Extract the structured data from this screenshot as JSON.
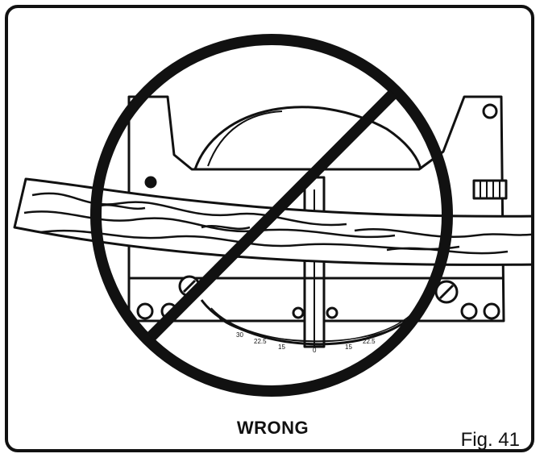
{
  "labels": {
    "warning": "WRONG",
    "figure": "Fig. 41"
  },
  "scale_marks": [
    "30",
    "22.5",
    "15",
    "0",
    "15",
    "22.5"
  ],
  "icons": [
    "prohibition-icon",
    "miter-saw-icon",
    "warped-board-icon"
  ]
}
